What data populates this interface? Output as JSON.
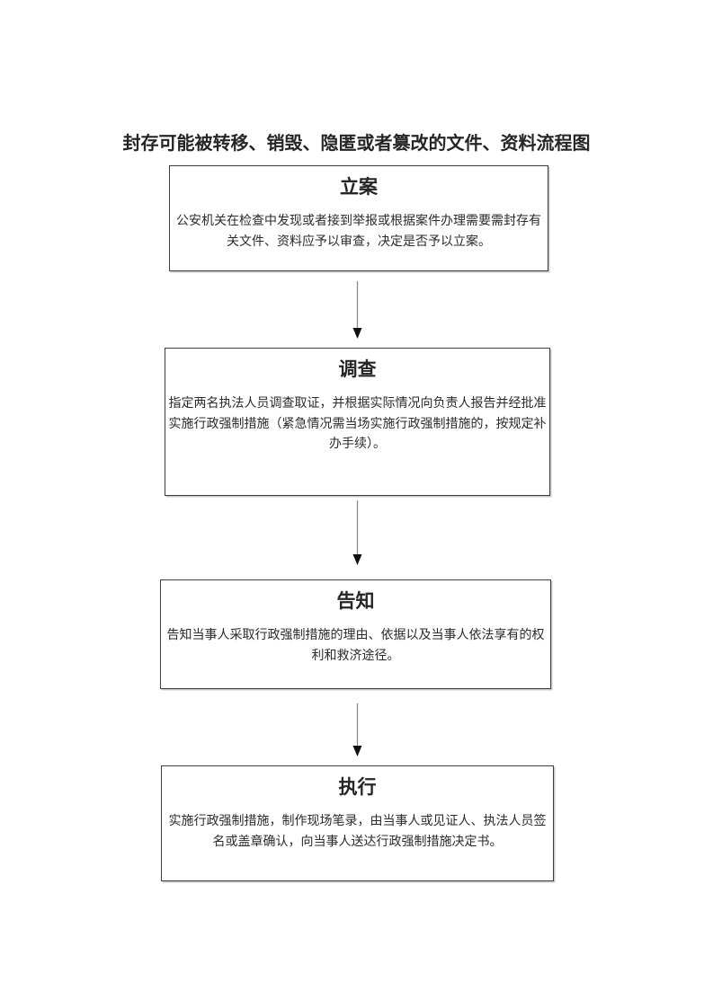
{
  "document": {
    "title": "封存可能被转移、销毁、隐匿或者篡改的文件、资料流程图"
  },
  "flowchart": {
    "connector_icon": "arrow-down",
    "steps": [
      {
        "heading": "立案",
        "description": "公安机关在检查中发现或者接到举报或根据案件办理需要需封存有关文件、资料应予以审查，决定是否予以立案。"
      },
      {
        "heading": "调查",
        "description": "指定两名执法人员调查取证，并根据实际情况向负责人报告并经批准实施行政强制措施（紧急情况需当场实施行政强制措施的，按规定补办手续）。"
      },
      {
        "heading": "告知",
        "description": "告知当事人采取行政强制措施的理由、依据以及当事人依法享有的权利和救济途径。"
      },
      {
        "heading": "执行",
        "description": "实施行政强制措施，制作现场笔录，由当事人或见证人、执法人员签名或盖章确认，向当事人送达行政强制措施决定书。"
      }
    ]
  },
  "colors": {
    "background": "#ffffff",
    "text": "#2b2b2b",
    "box_border": "#3d3d3d",
    "arrow_line": "#8a8a8a",
    "arrow_head": "#111111"
  }
}
